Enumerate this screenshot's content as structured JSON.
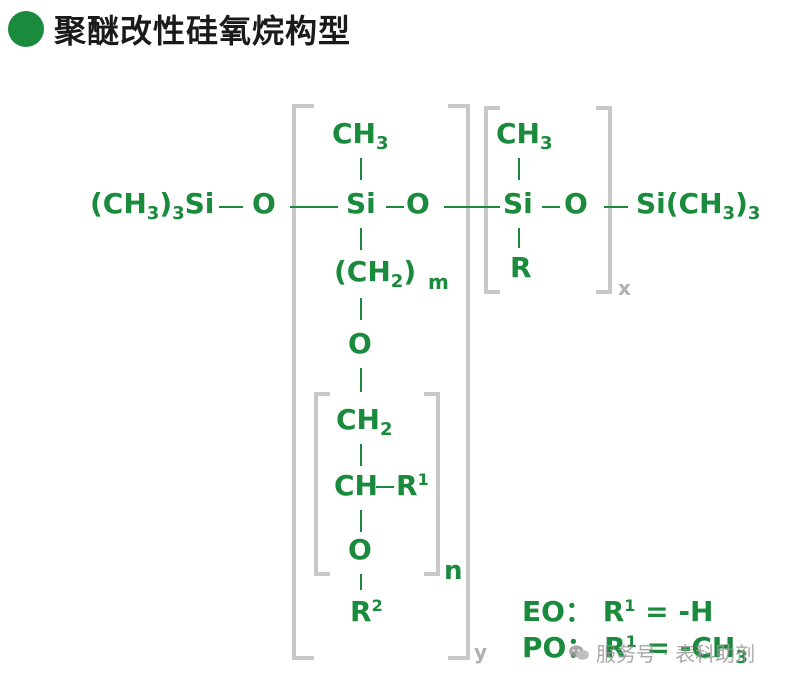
{
  "title": "聚醚改性硅氧烷构型",
  "formula": {
    "left_group_main": "(CH",
    "left_group_sub": "3",
    "left_group_close": ")",
    "left_group_sub2": "3",
    "left_group_si": "Si",
    "o": "O",
    "si": "Si",
    "ch": "CH",
    "ch3_sub": "3",
    "ch2_open": "(CH",
    "ch2_sub": "2",
    "ch2_close": ")",
    "m_label": "m",
    "ch2_sub_b": "2",
    "r_label": "R",
    "r1_sup": "1",
    "r2_sup": "2",
    "right_group_si": "Si(CH",
    "right_group_sub": "3",
    "right_group_close": ")",
    "right_group_sub2": "3",
    "n_label": "n",
    "x_label": "x",
    "y_label": "y"
  },
  "legend": {
    "eo_label": "EO：",
    "po_label": "PO：",
    "r_text": "R",
    "sup1": "1",
    "eo_value": "= -H",
    "po_value": "= -CH",
    "po_sub": "3"
  },
  "watermark": {
    "text": "服务号 · 表科助剂",
    "icon": "wechat-icon"
  },
  "colors": {
    "green": "#1a8a3c",
    "bracket_gray": "#c8c8c8",
    "title_dark": "#1a1a1a"
  }
}
